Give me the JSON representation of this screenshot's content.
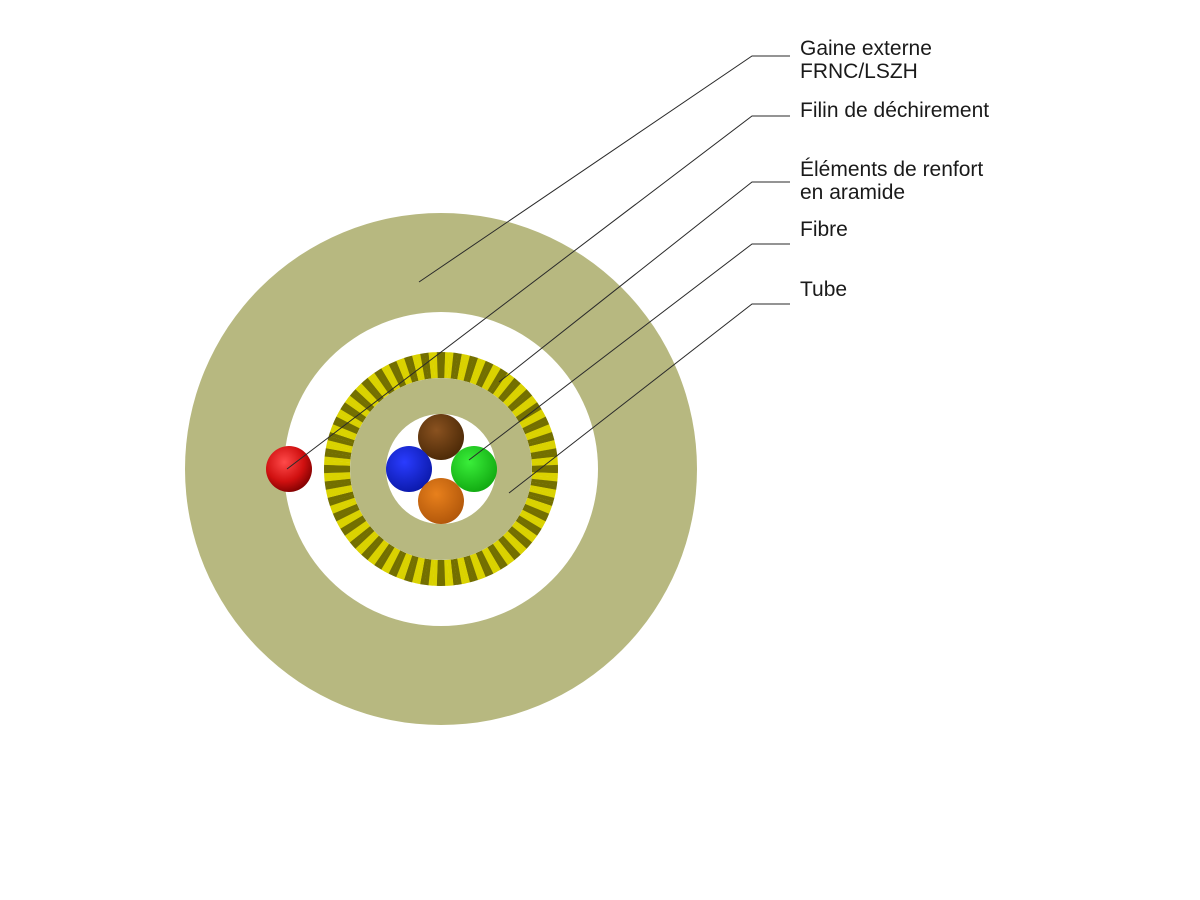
{
  "colors": {
    "background": "#ffffff",
    "outer_jacket": "#b7b880",
    "buffer_gap": "#ffffff",
    "aramid_dark": "#2b2900",
    "aramid_light": "#e8e000",
    "tube": "#b7b880",
    "tube_core": "#ffffff",
    "rip_cord": "#d81010",
    "fiber_brown": "#6a3b10",
    "fiber_blue": "#1022d0",
    "fiber_green": "#18cc18",
    "fiber_orange": "#d06a10",
    "leader_line": "#2a2a2a",
    "label_text": "#1a1a1a"
  },
  "components": {
    "outer_jacket": {
      "line1": "Gaine externe",
      "line2": "FRNC/LSZH"
    },
    "rip_cord": {
      "line1": "Filin de déchirement"
    },
    "aramid": {
      "line1": "Éléments de renfort",
      "line2": "en aramide"
    },
    "fiber": {
      "line1": "Fibre"
    },
    "tube": {
      "line1": "Tube"
    }
  },
  "fibers": [
    "fiber-brown",
    "fiber-blue",
    "fiber-green",
    "fiber-orange"
  ],
  "icons": [
    "cable-cross-section-icon"
  ]
}
